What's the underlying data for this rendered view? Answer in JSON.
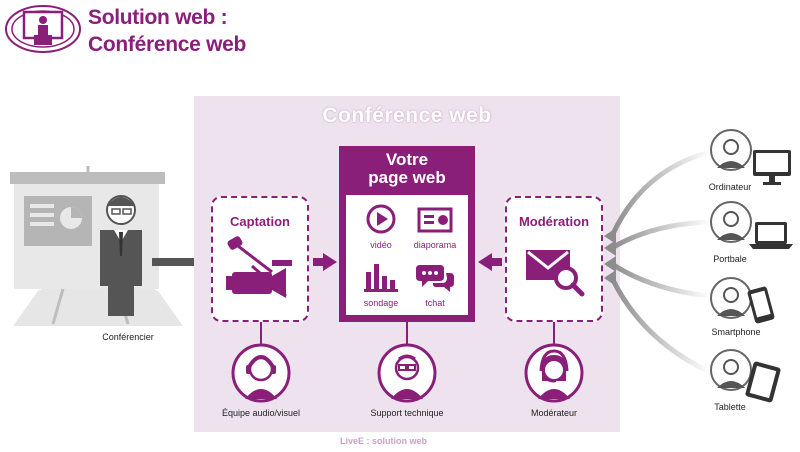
{
  "header": {
    "title_line1": "Solution web :",
    "title_line2": "Conférence web"
  },
  "panel": {
    "title": "Conférence web"
  },
  "presenter": {
    "label": "Conférencier"
  },
  "captation": {
    "title": "Captation",
    "staff_label": "Équipe audio/visuel"
  },
  "webpage": {
    "title_line1": "Votre",
    "title_line2": "page web",
    "features": [
      "vidéo",
      "diaporama",
      "sondage",
      "tchat"
    ]
  },
  "moderation": {
    "title": "Modération",
    "staff_label": "Modérateur"
  },
  "support": {
    "label": "Support technique"
  },
  "devices": [
    "Ordinateur",
    "Portbale",
    "Smartphone",
    "Tablette"
  ],
  "footer": {
    "brand": "LiveE : solution web"
  },
  "colors": {
    "accent": "#8a1f7a",
    "panel": "#efe2ef",
    "figure": "#555555"
  }
}
